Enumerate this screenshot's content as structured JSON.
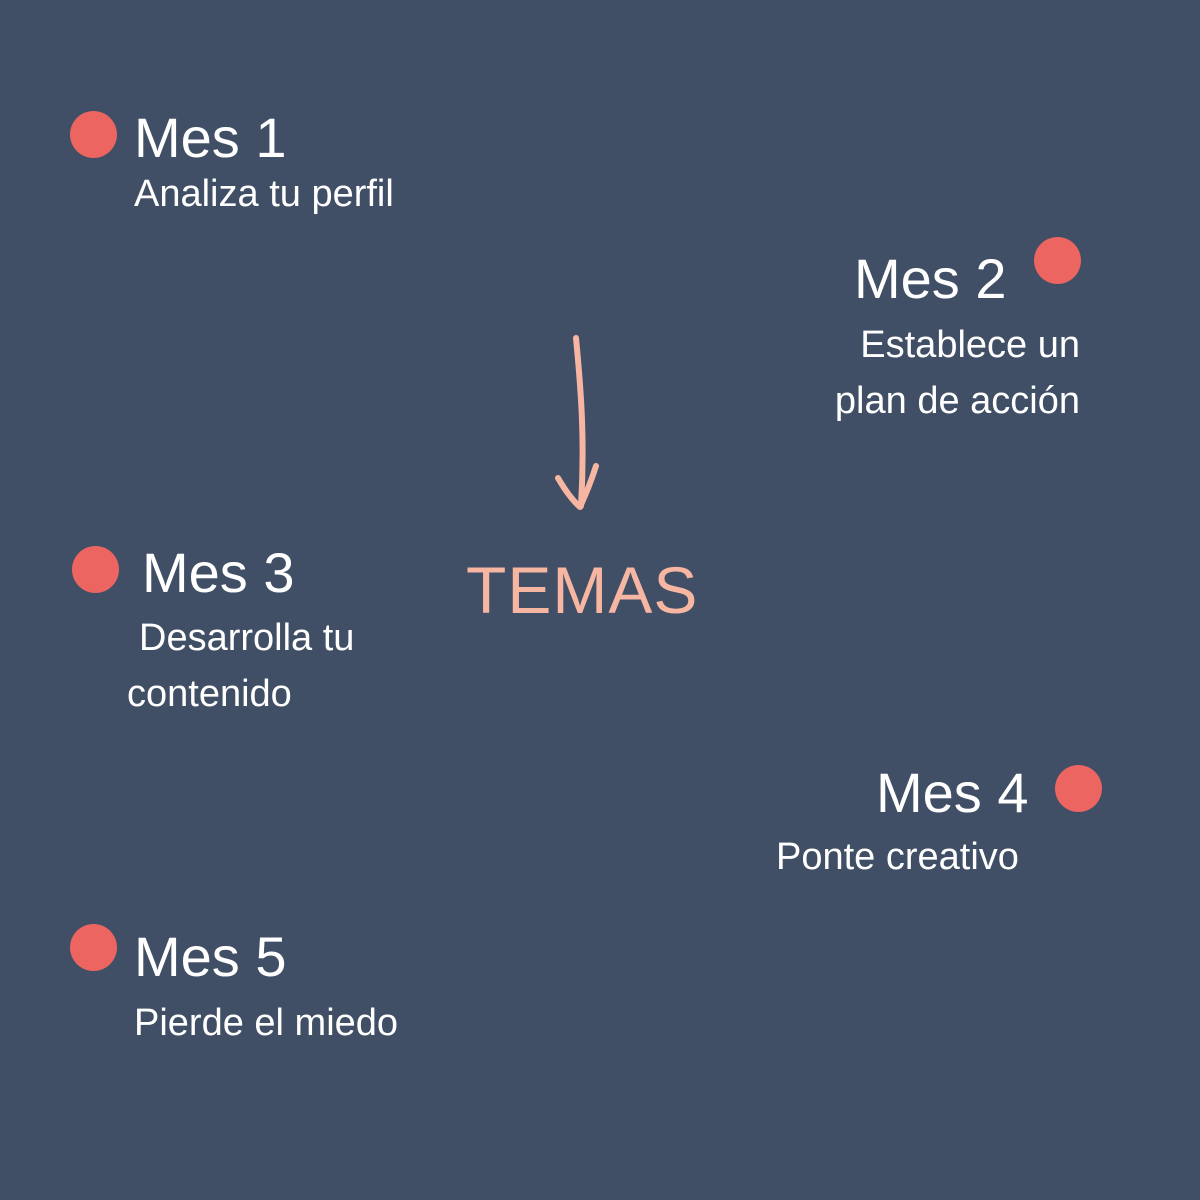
{
  "colors": {
    "background": "#404f65",
    "dot": "#ec6560",
    "text": "#ffffff",
    "accent": "#f6b6a2"
  },
  "center": {
    "label": "TEMAS",
    "arrow_icon": "hand-drawn-down-arrow-icon"
  },
  "months": [
    {
      "title": "Mes 1",
      "lines": [
        "Analiza tu perfil"
      ]
    },
    {
      "title": "Mes 2",
      "lines": [
        "Establece un",
        "plan de acción"
      ]
    },
    {
      "title": "Mes 3",
      "lines": [
        "Desarrolla tu",
        "contenido"
      ]
    },
    {
      "title": "Mes 4",
      "lines": [
        "Ponte creativo"
      ]
    },
    {
      "title": "Mes 5",
      "lines": [
        "Pierde el miedo"
      ]
    }
  ]
}
